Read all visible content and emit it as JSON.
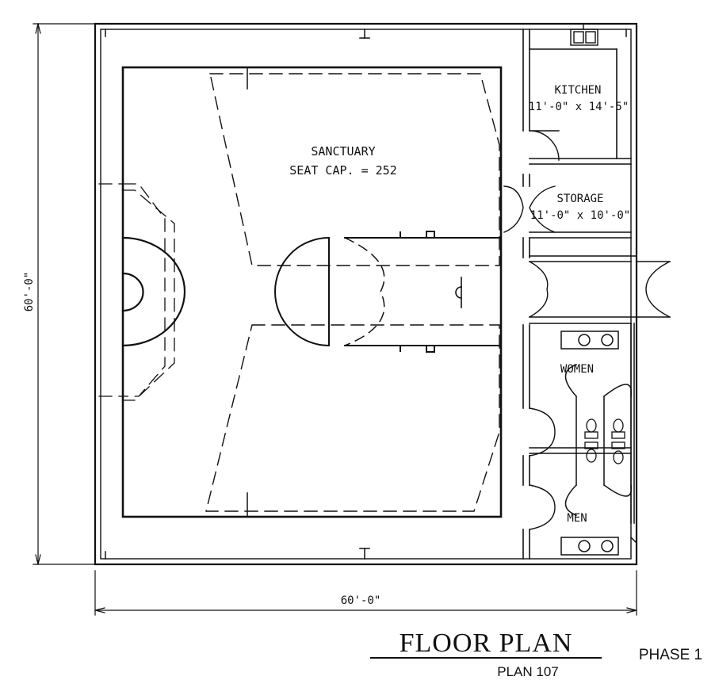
{
  "drawing": {
    "rooms": {
      "sanctuary": {
        "name": "SANCTUARY",
        "capacity": "SEAT CAP. = 252"
      },
      "kitchen": {
        "name": "KITCHEN",
        "size": "11'-0\" x 14'-5\""
      },
      "storage": {
        "name": "STORAGE",
        "size": "11'-0\" x 10'-0\""
      },
      "women": {
        "name": "WOMEN"
      },
      "men": {
        "name": "MEN"
      }
    },
    "dimensions": {
      "width": "60'-0\"",
      "height": "60'-0\""
    },
    "title_block": {
      "title": "FLOOR PLAN",
      "plan_number": "PLAN 107",
      "phase": "PHASE 1"
    }
  }
}
